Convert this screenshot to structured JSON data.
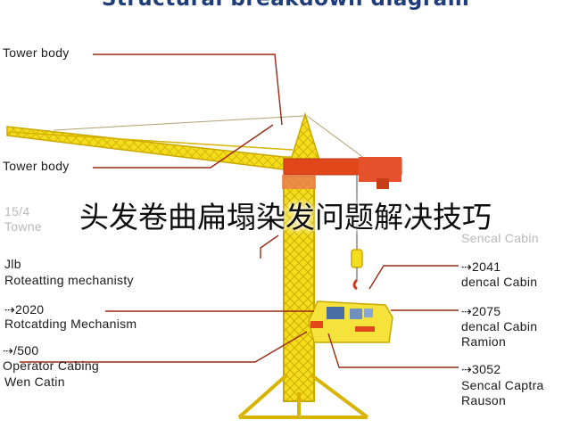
{
  "title": "Structural breakdown diagram",
  "overlay_text": "头发卷曲扁塌染发问题解决技巧",
  "labels": {
    "tower_body_top": "Tower body",
    "tower_body_mid": "Tower body",
    "faint_number": "15/4",
    "faint_text": "Towne",
    "jib_line1": "Jlb",
    "jib_line2": "Roteatting mechanisty",
    "m2020_line1": "⇢2020",
    "m2020_line2": "Rotcatding Mechanism",
    "m500_line1": "⇢/500",
    "m500_line2": "Operator Cabing",
    "m500_line3": "Wen Catin",
    "faint_right": "Sencal Cabin",
    "r2041_line1": "⇢2041",
    "r2041_line2": "dencal Cabin",
    "r2075_line1": "⇢2075",
    "r2075_line2": "dencal Cabin",
    "r2075_line3": "Ramion",
    "r3052_line1": "⇢3052",
    "r3052_line2": "Sencal Captra",
    "r3052_line3": "Rauson"
  },
  "colors": {
    "crane_yellow": "#f3dd1c",
    "crane_edge": "#c9a800",
    "slew_red": "#e0471b",
    "leader_line": "#9a2a16",
    "title_blue": "#1f3d7a"
  }
}
